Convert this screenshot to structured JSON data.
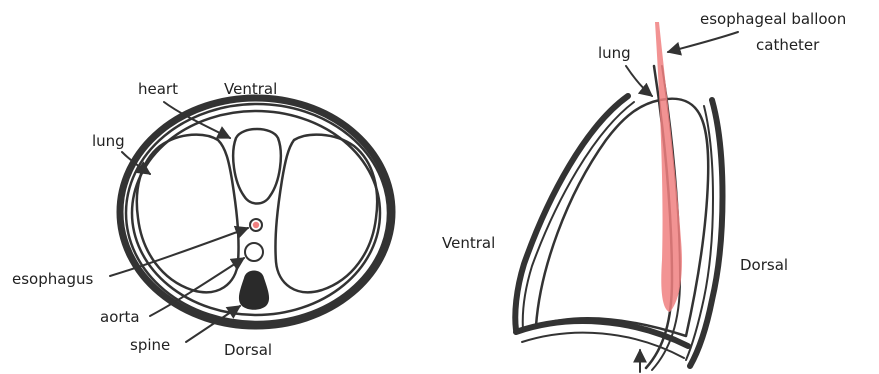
{
  "colors": {
    "ink": "#333333",
    "catheter": "#f08080",
    "spine_fill": "#2a2a2a",
    "background": "#ffffff"
  },
  "cross_section": {
    "labels": {
      "heart": "heart",
      "ventral": "Ventral",
      "lung": "lung",
      "esophagus": "esophagus",
      "aorta": "aorta",
      "spine": "spine",
      "dorsal": "Dorsal"
    }
  },
  "sagittal": {
    "labels": {
      "catheter_line1": "esophageal balloon",
      "catheter_line2": "catheter",
      "lung": "lung",
      "ventral": "Ventral",
      "dorsal": "Dorsal"
    }
  }
}
